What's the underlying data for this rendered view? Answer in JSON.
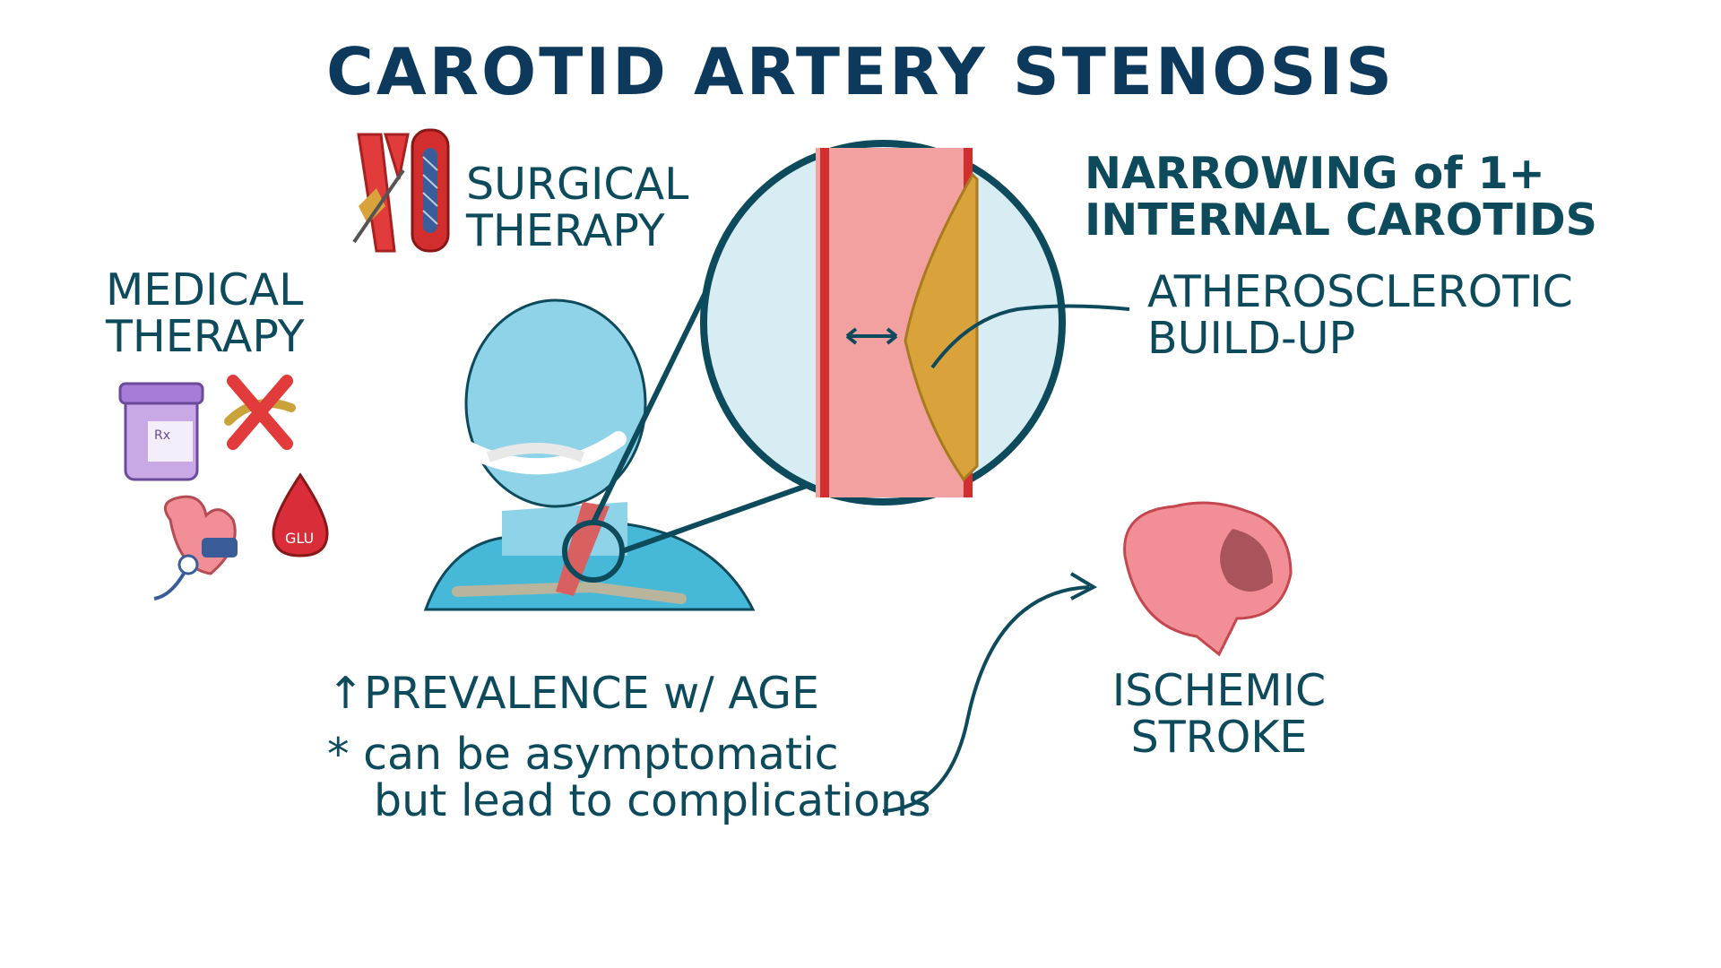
{
  "title": "CAROTID ARTERY STENOSIS",
  "labels": {
    "surgical": [
      "SURGICAL",
      "THERAPY"
    ],
    "medical": [
      "MEDICAL",
      "THERAPY"
    ],
    "narrowing": [
      "NARROWING of 1+",
      "INTERNAL CAROTIDS"
    ],
    "atherosclerotic": [
      "ATHEROSCLEROTIC",
      "BUILD-UP"
    ],
    "prevalence": "↑PREVALENCE w/ AGE",
    "note": [
      "* can be asymptomatic",
      "but lead to complications"
    ],
    "stroke": [
      "ISCHEMIC",
      "STROKE"
    ]
  },
  "glu_label": "GLU",
  "rx_label": "Rx",
  "icons": [
    "artery-surgery-icon",
    "stent-icon",
    "pill-bottle-icon",
    "no-smoking-icon",
    "blood-pressure-heart-icon",
    "glucose-drop-icon",
    "brain-icon"
  ],
  "colors": {
    "ink": "#0d4a5c",
    "skin": "#8fd3e8",
    "artery": "#f3a0a0",
    "plaque": "#d9a23a",
    "brain": "#f28f96"
  }
}
